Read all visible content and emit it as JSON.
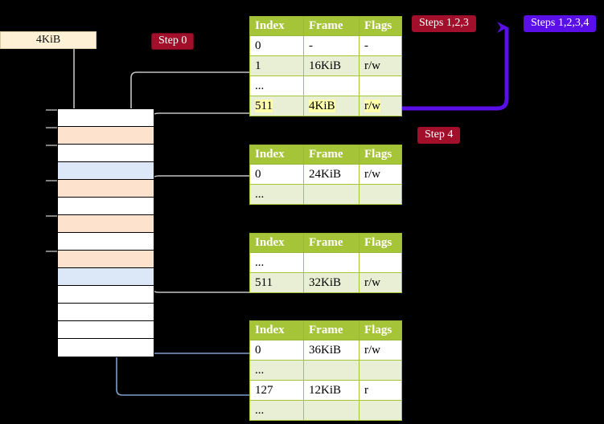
{
  "diagram": {
    "title_bar_label": "4KiB",
    "badges": {
      "step0": "Step 0",
      "steps123": "Steps 1,2,3",
      "steps1234": "Steps 1,2,3,4",
      "step4": "Step 4"
    },
    "colors": {
      "header_green": "#a6c437",
      "row_alt_green": "#e9efd4",
      "badge_red": "#a10f2b",
      "badge_purple": "#5b0fe8",
      "mem_peach": "#fde3cd",
      "mem_blue": "#dce8f7",
      "mem_white": "#ffffff",
      "kib_box": "#fdf0d5",
      "wire_gray": "#bdbdbd",
      "wire_blue": "#7d9ec9",
      "arrow_purple": "#5b0fe8"
    },
    "memory_grid": {
      "name": "physical-memory-frames",
      "rows": [
        {
          "fill": "white"
        },
        {
          "fill": "peach"
        },
        {
          "fill": "white"
        },
        {
          "fill": "blue"
        },
        {
          "fill": "peach"
        },
        {
          "fill": "white"
        },
        {
          "fill": "peach"
        },
        {
          "fill": "white"
        },
        {
          "fill": "peach"
        },
        {
          "fill": "blue"
        },
        {
          "fill": "white"
        },
        {
          "fill": "white"
        },
        {
          "fill": "white"
        },
        {
          "fill": "white"
        }
      ]
    },
    "tables": [
      {
        "name": "page-table-level-0",
        "headers": [
          "Index",
          "Frame",
          "Flags"
        ],
        "rows": [
          {
            "cells": [
              "0",
              "-",
              "-"
            ],
            "alt": false,
            "highlight": false
          },
          {
            "cells": [
              "1",
              "16KiB",
              "r/w"
            ],
            "alt": true,
            "highlight": false
          },
          {
            "cells": [
              "...",
              "",
              ""
            ],
            "alt": false,
            "highlight": false
          },
          {
            "cells": [
              "511",
              "4KiB",
              "r/w"
            ],
            "alt": true,
            "highlight": true
          }
        ]
      },
      {
        "name": "page-table-level-1",
        "headers": [
          "Index",
          "Frame",
          "Flags"
        ],
        "rows": [
          {
            "cells": [
              "0",
              "24KiB",
              "r/w"
            ],
            "alt": false,
            "highlight": false
          },
          {
            "cells": [
              "...",
              "",
              ""
            ],
            "alt": true,
            "highlight": false
          }
        ]
      },
      {
        "name": "page-table-level-2",
        "headers": [
          "Index",
          "Frame",
          "Flags"
        ],
        "rows": [
          {
            "cells": [
              "...",
              "",
              ""
            ],
            "alt": false,
            "highlight": false
          },
          {
            "cells": [
              "511",
              "32KiB",
              "r/w"
            ],
            "alt": true,
            "highlight": false
          }
        ]
      },
      {
        "name": "page-table-level-3",
        "headers": [
          "Index",
          "Frame",
          "Flags"
        ],
        "rows": [
          {
            "cells": [
              "0",
              "36KiB",
              "r/w"
            ],
            "alt": false,
            "highlight": false
          },
          {
            "cells": [
              "...",
              "",
              ""
            ],
            "alt": true,
            "highlight": false
          },
          {
            "cells": [
              "127",
              "12KiB",
              "r"
            ],
            "alt": false,
            "highlight": false
          },
          {
            "cells": [
              "...",
              "",
              ""
            ],
            "alt": true,
            "highlight": false
          }
        ]
      }
    ]
  }
}
